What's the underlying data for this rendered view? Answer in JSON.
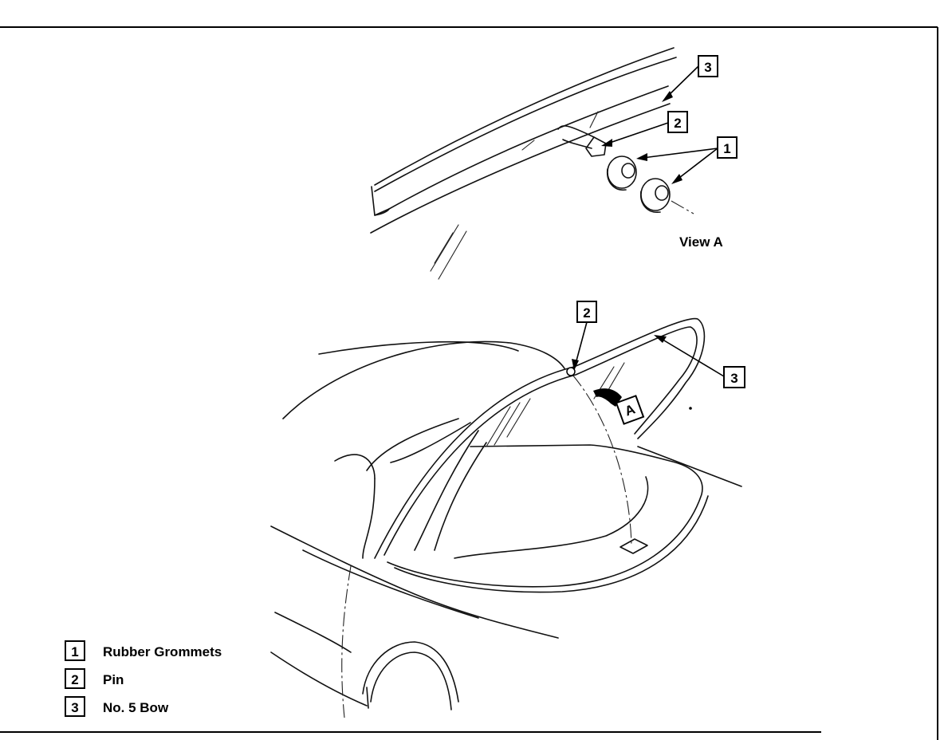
{
  "view_label": "View A",
  "view_marker": "A",
  "callouts": {
    "grommets": "1",
    "pin": "2",
    "bow": "3"
  },
  "legend": [
    {
      "number": "1",
      "label": "Rubber Grommets"
    },
    {
      "number": "2",
      "label": "Pin"
    },
    {
      "number": "3",
      "label": "No. 5 Bow"
    }
  ]
}
